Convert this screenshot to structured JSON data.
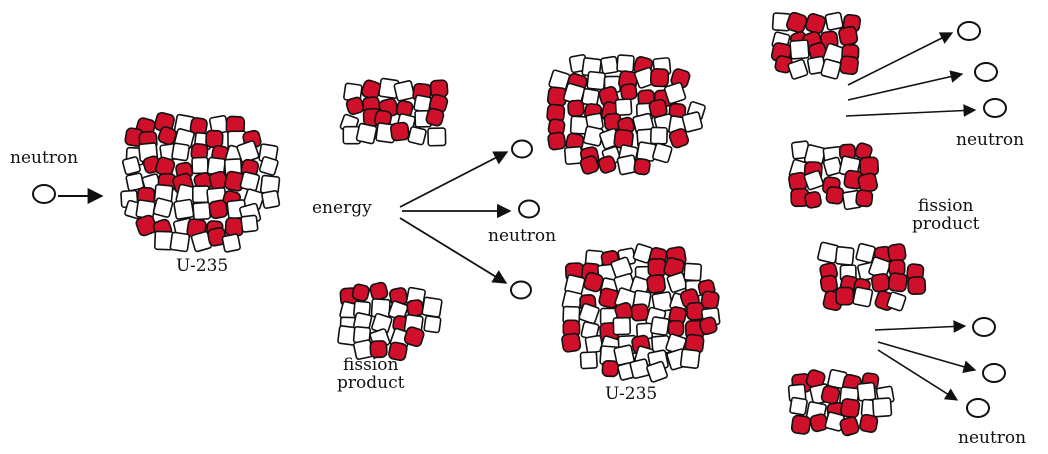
{
  "colors": {
    "background": "#ffffff",
    "nucleon_red": "#d0102a",
    "nucleon_white": "#ffffff",
    "outline": "#111111"
  },
  "labels": {
    "incoming_neutron": "neutron",
    "energy": "energy",
    "neutron_middle": "neutron",
    "u235_first": "U-235",
    "fission_product_left": "fission\nproduct",
    "u235_second": "U-235",
    "neutron_top_right": "neutron",
    "fission_product_right": "fission\nproduct",
    "neutron_bottom_right": "neutron"
  },
  "nuclei": [
    {
      "name": "u235-nucleus-initial",
      "kind": "u235"
    },
    {
      "name": "fission-product-upper-left",
      "kind": "fission-product"
    },
    {
      "name": "fission-product-lower-left",
      "kind": "fission-product"
    },
    {
      "name": "u235-nucleus-upper",
      "kind": "u235"
    },
    {
      "name": "u235-nucleus-lower",
      "kind": "u235"
    },
    {
      "name": "fission-product-top-right-a",
      "kind": "fission-product"
    },
    {
      "name": "fission-product-top-right-b",
      "kind": "fission-product"
    },
    {
      "name": "fission-product-bottom-right-a",
      "kind": "fission-product"
    },
    {
      "name": "fission-product-bottom-right-b",
      "kind": "fission-product"
    }
  ]
}
